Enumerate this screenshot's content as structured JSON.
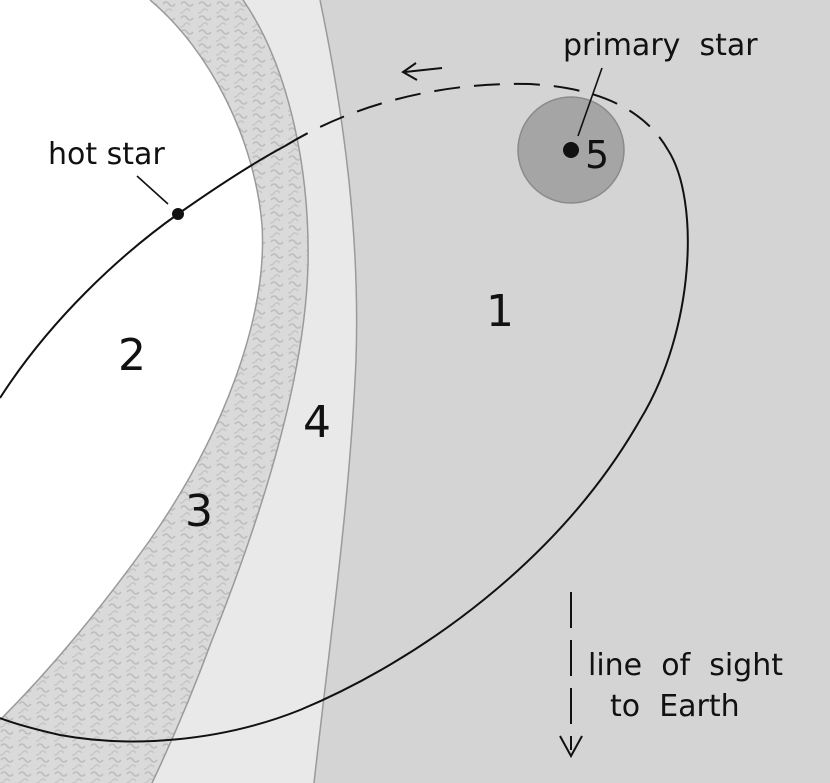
{
  "labels": {
    "primary_star": "primary  star",
    "hot_star": "hot star",
    "region_1": "1",
    "region_2": "2",
    "region_3": "3",
    "region_4": "4",
    "region_5": "5",
    "line_of_sight_1": "line  of  sight",
    "line_of_sight_2": "to  Earth"
  },
  "colors": {
    "region_1_fill": "#d4d4d4",
    "region_4_fill": "#e9e9e9",
    "region_3_fill": "#dadada",
    "region_3_texture": "#bfbfbf",
    "region_2_fill": "#ffffff",
    "primary_disk_fill": "#a5a5a5",
    "ink": "#111111"
  }
}
